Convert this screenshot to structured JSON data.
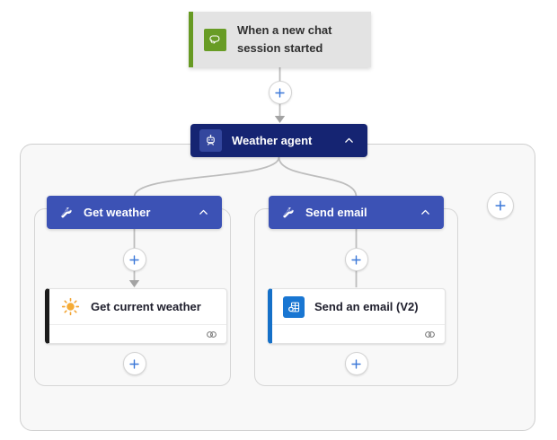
{
  "trigger": {
    "title": "When a new chat session started",
    "icon": "chat-icon"
  },
  "agent": {
    "title": "Weather agent",
    "icon": "robot-icon",
    "collapse_icon": "chevron-up-icon"
  },
  "branches": [
    {
      "title": "Get weather",
      "icon": "wrench-icon",
      "collapse_icon": "chevron-up-icon",
      "action": {
        "title": "Get current weather",
        "icon": "sun-icon",
        "accent_color": "#1b1b1b",
        "status_icon": "linked-circles-icon"
      }
    },
    {
      "title": "Send email",
      "icon": "wrench-icon",
      "collapse_icon": "chevron-up-icon",
      "action": {
        "title": "Send an email (V2)",
        "icon": "outlook-icon",
        "accent_color": "#1570c8",
        "status_icon": "linked-circles-icon"
      }
    }
  ],
  "add_buttons": {
    "icon": "plus-icon",
    "count": 6
  },
  "colors": {
    "trigger_bg": "#e3e3e3",
    "trigger_accent": "#679a23",
    "trigger_icon_bg": "#689c25",
    "agent_header_bg": "#152472",
    "tool_header_bg": "#3c52b5",
    "sun_color": "#f2a433",
    "email_icon_bg": "#1976d2",
    "plus_color": "#3b78d8",
    "connector_color": "#bdbdbd",
    "scope_bg": "#f8f8f8"
  }
}
